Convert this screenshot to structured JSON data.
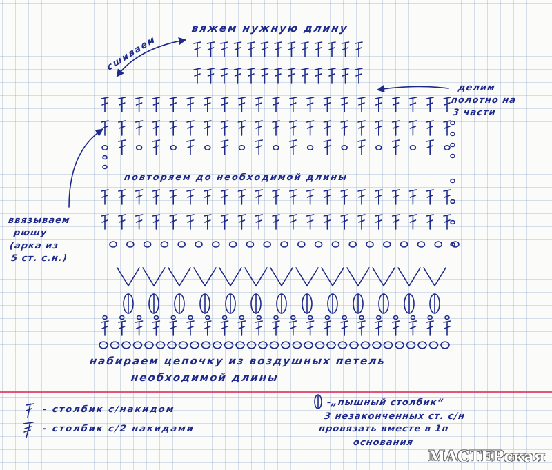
{
  "labels": {
    "top_title": "вяжем нужную длину",
    "sew_together": "сшиваем",
    "divide_line1": "делим",
    "divide_line2": "полотно на",
    "divide_line3": "3 части",
    "repeat": "повторяем до необходимой длины",
    "ruffle_line1": "ввязываем",
    "ruffle_line2": "рюшу",
    "ruffle_line3": "(арка из",
    "ruffle_line4": "5 ст. с.н.)",
    "chain_line1": "набираем цепочку из воздушных петель",
    "chain_line2": "необходимой длины"
  },
  "legend": {
    "dc": "- столбик с/накидом",
    "tr": "- столбик с/2 накидами",
    "puff_line1": "-„пышный столбик“",
    "puff_line2": "3 незаконченных ст. с/н",
    "puff_line3": "провязать вместе в 1п",
    "puff_line4": "основания"
  },
  "watermark": "МАСТЕРская",
  "colors": {
    "ink": "#1d2a8c",
    "legend_rule": "#e2547a",
    "grid": "#8ca5c8"
  }
}
